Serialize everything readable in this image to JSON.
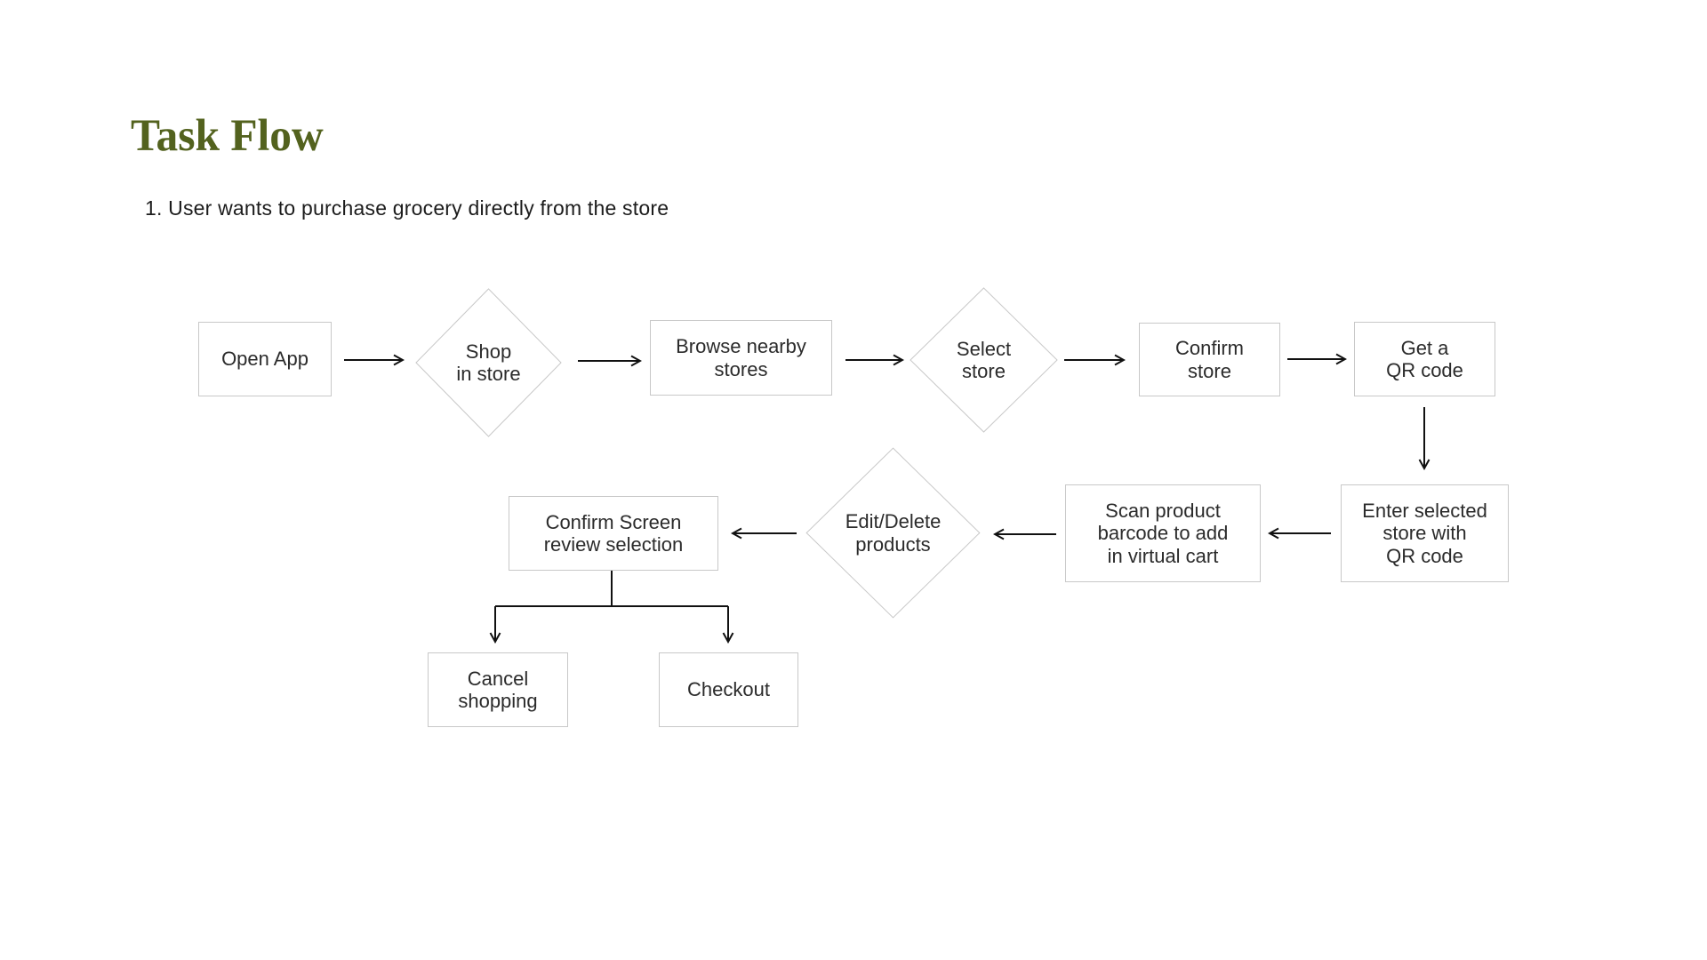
{
  "page": {
    "title": "Task Flow",
    "subtitle": "1. User wants to purchase grocery directly from the store"
  },
  "flow": {
    "nodes": [
      {
        "id": "open-app",
        "shape": "rectangle",
        "label": "Open App"
      },
      {
        "id": "shop-in-store",
        "shape": "diamond",
        "label": "Shop\nin store"
      },
      {
        "id": "browse-nearby-stores",
        "shape": "rectangle",
        "label": "Browse nearby\nstores"
      },
      {
        "id": "select-store",
        "shape": "diamond",
        "label": "Select\nstore"
      },
      {
        "id": "confirm-store",
        "shape": "rectangle",
        "label": "Confirm\nstore"
      },
      {
        "id": "get-a-qr-code",
        "shape": "rectangle",
        "label": "Get a\nQR code"
      },
      {
        "id": "enter-selected-store",
        "shape": "rectangle",
        "label": "Enter selected\nstore with\nQR code"
      },
      {
        "id": "scan-product-barcode",
        "shape": "rectangle",
        "label": "Scan product\nbarcode to add\nin virtual cart"
      },
      {
        "id": "edit-delete-products",
        "shape": "diamond",
        "label": "Edit/Delete\nproducts"
      },
      {
        "id": "confirm-screen",
        "shape": "rectangle",
        "label": "Confirm Screen\nreview selection"
      },
      {
        "id": "cancel-shopping",
        "shape": "rectangle",
        "label": "Cancel\nshopping"
      },
      {
        "id": "checkout",
        "shape": "rectangle",
        "label": "Checkout"
      }
    ],
    "edges": [
      {
        "from": "open-app",
        "to": "shop-in-store"
      },
      {
        "from": "shop-in-store",
        "to": "browse-nearby-stores"
      },
      {
        "from": "browse-nearby-stores",
        "to": "select-store"
      },
      {
        "from": "select-store",
        "to": "confirm-store"
      },
      {
        "from": "confirm-store",
        "to": "get-a-qr-code"
      },
      {
        "from": "get-a-qr-code",
        "to": "enter-selected-store"
      },
      {
        "from": "enter-selected-store",
        "to": "scan-product-barcode"
      },
      {
        "from": "scan-product-barcode",
        "to": "edit-delete-products"
      },
      {
        "from": "edit-delete-products",
        "to": "confirm-screen"
      },
      {
        "from": "confirm-screen",
        "to": "cancel-shopping"
      },
      {
        "from": "confirm-screen",
        "to": "checkout"
      }
    ]
  },
  "colors": {
    "title": "#53621e",
    "node_border": "#c8c8c8",
    "node_text": "#2b2b2b",
    "arrow": "#111111",
    "background": "#ffffff"
  }
}
